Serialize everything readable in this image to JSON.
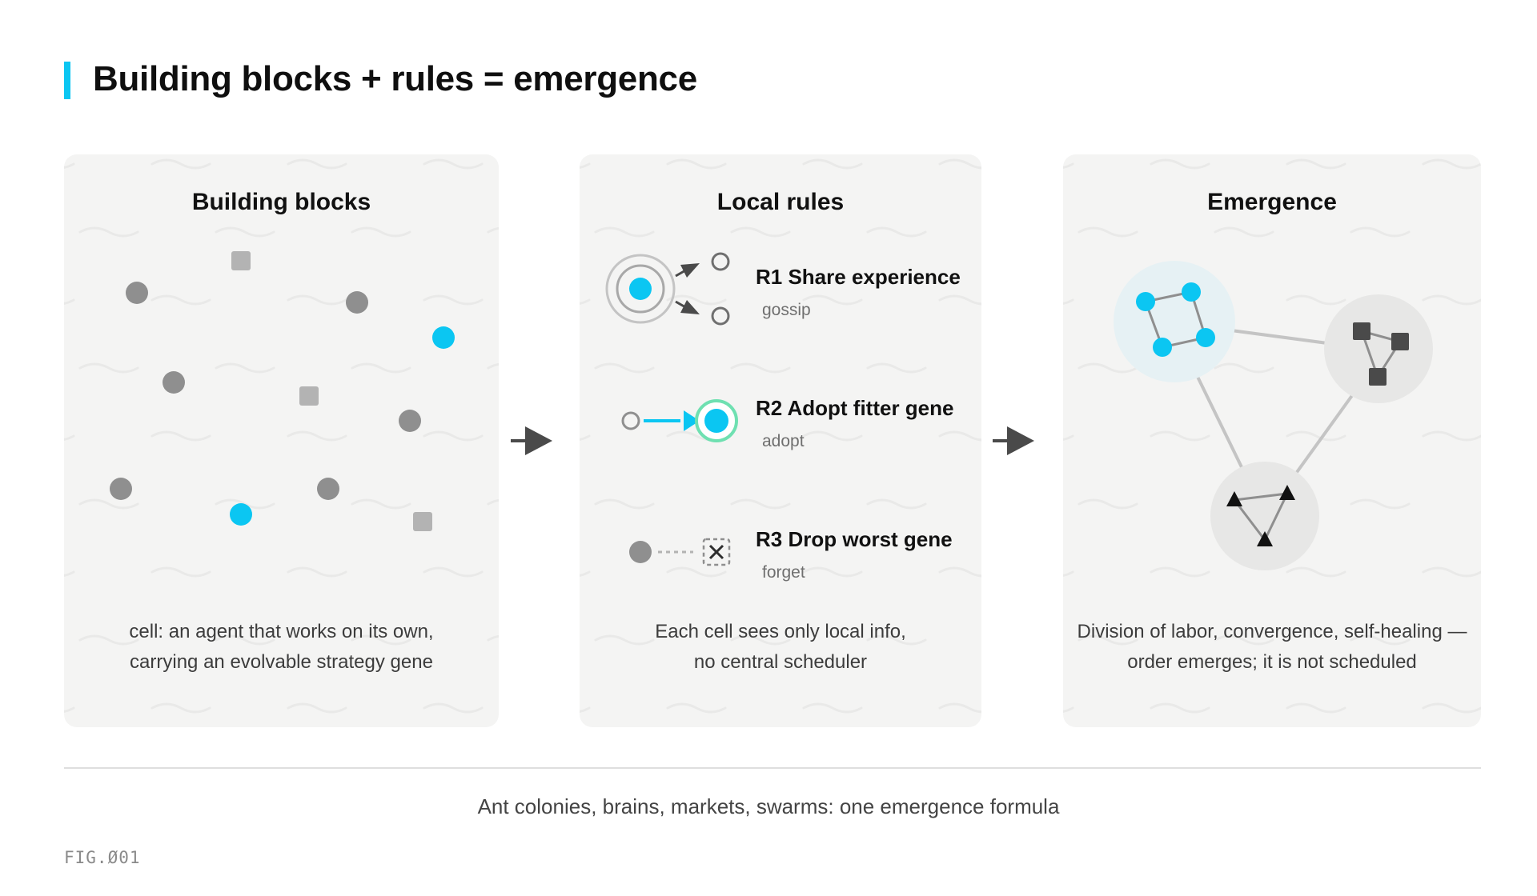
{
  "title": "Building blocks + rules = emergence",
  "panels": {
    "blocks": {
      "heading": "Building blocks",
      "caption_line1": "cell: an agent that works on its own,",
      "caption_line2": "carrying an evolvable strategy gene"
    },
    "rules": {
      "heading": "Local rules",
      "items": [
        {
          "title": "R1 Share experience",
          "subtitle": "gossip"
        },
        {
          "title": "R2 Adopt fitter gene",
          "subtitle": "adopt"
        },
        {
          "title": "R3 Drop worst gene",
          "subtitle": "forget"
        }
      ],
      "caption_line1": "Each cell sees only local info,",
      "caption_line2": "no central scheduler"
    },
    "emergence": {
      "heading": "Emergence",
      "caption_line1": "Division of labor, convergence, self-healing —",
      "caption_line2": "order emerges; it is not scheduled"
    }
  },
  "summary": "Ant colonies, brains, markets, swarms: one emergence formula",
  "figure_label": "FIG.Ø01",
  "colors": {
    "accent": "#0bc6f2",
    "panel_bg": "#f4f4f3",
    "gray_dot": "#8f8f8f",
    "light_square": "#b3b3b3",
    "dark_node": "#4a4a4a",
    "green_ring": "#6fe0b1"
  },
  "icons": {
    "flow_arrow": "right-arrow-icon",
    "drop_marker": "x-box-icon"
  }
}
